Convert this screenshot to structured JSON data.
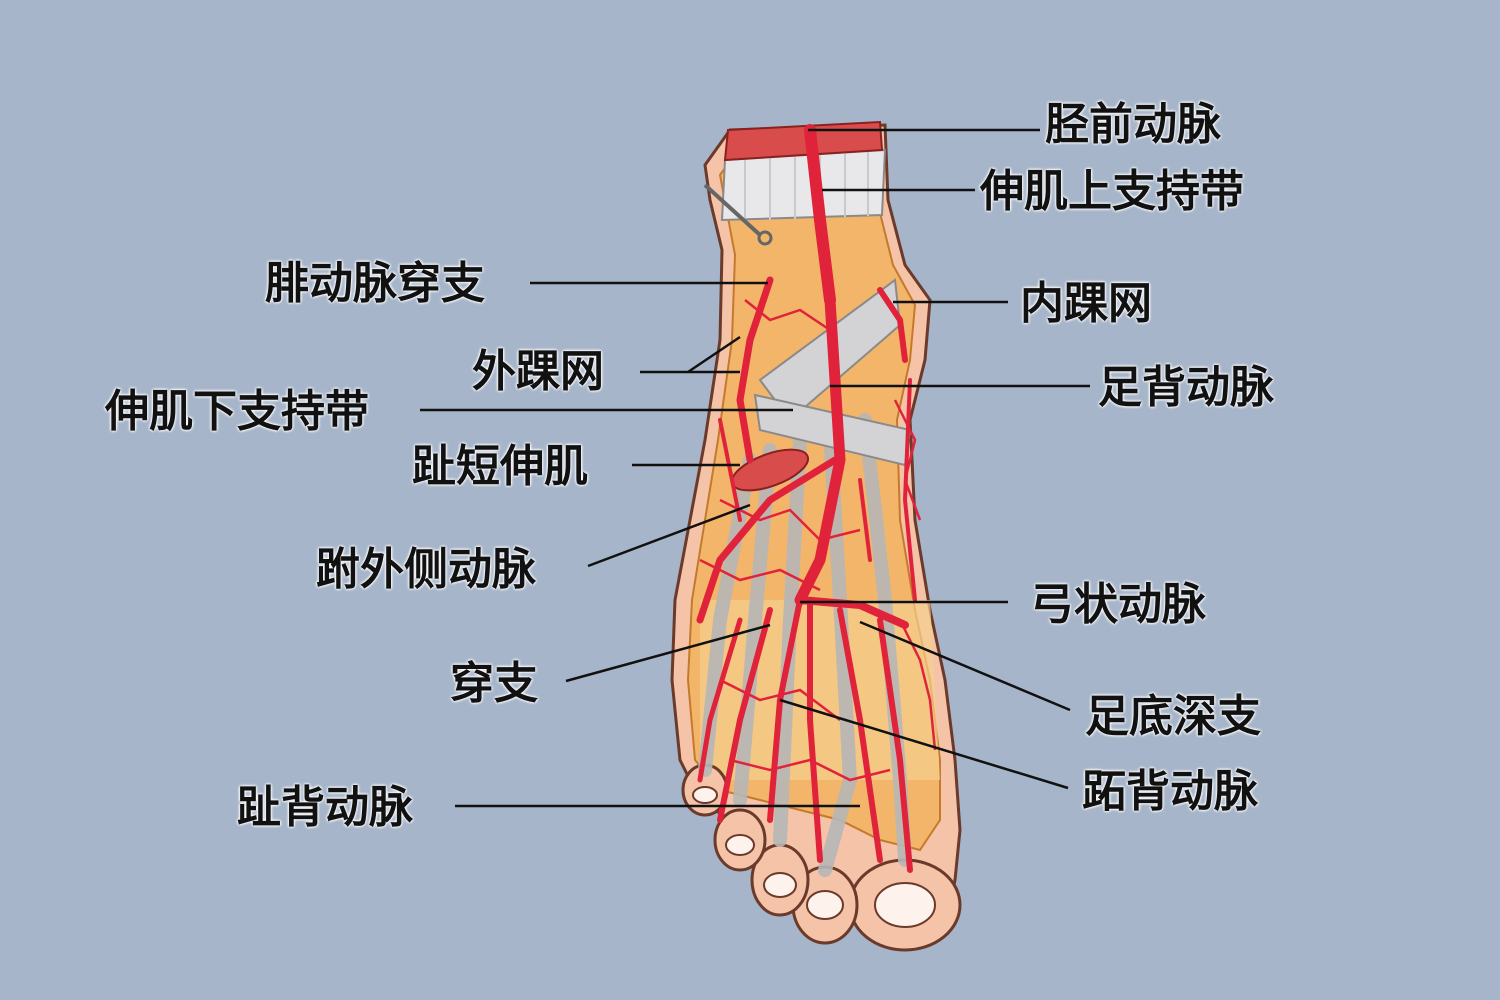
{
  "labels": {
    "anterior_tibial_artery": "胫前动脉",
    "superior_extensor_retinaculum": "伸肌上支持带",
    "perforating_branch_peroneal": "腓动脉穿支",
    "medial_malleolar_network": "内踝网",
    "lateral_malleolar_network": "外踝网",
    "dorsalis_pedis_artery": "足背动脉",
    "inferior_extensor_retinaculum": "伸肌下支持带",
    "extensor_digitorum_brevis": "趾短伸肌",
    "lateral_tarsal_artery": "跗外侧动脉",
    "arcuate_artery": "弓状动脉",
    "perforating_branch": "穿支",
    "deep_plantar_branch": "足底深支",
    "first_dorsal_metatarsal_artery": "跖背动脉",
    "dorsal_digital_artery": "趾背动脉"
  },
  "colors": {
    "background": "#a6b5c9",
    "artery": "#e0233a",
    "tissue": "#f2b56a",
    "retinaculum": "#d8d8d8",
    "skin": "#f4c3a8"
  }
}
